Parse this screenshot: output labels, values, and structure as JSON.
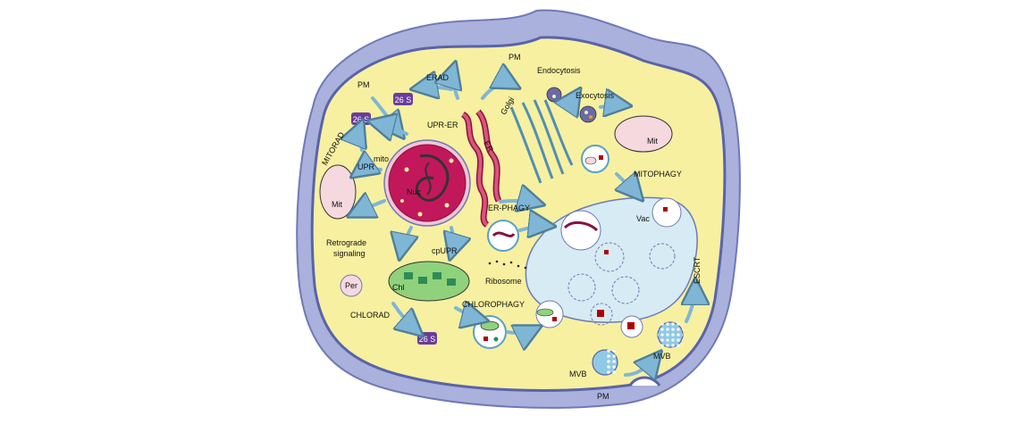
{
  "diagram": {
    "labels": {
      "pm_top": "PM",
      "pm_left": "PM",
      "pm_bottom": "PM",
      "erad": "ERAD",
      "endocytosis": "Endocytosis",
      "exocytosis": "Exocytosis",
      "upr_er": "UPR-ER",
      "golgi": "Golgi",
      "er": "ER",
      "mitorad": "MITORAD",
      "upr": "UPR",
      "mito": "mito",
      "nuc": "Nuc",
      "mit_left": "Mit",
      "mit_right": "Mit",
      "mitophagy": "MITOPHAGY",
      "er_phagy": "ER-PHAGY",
      "vac": "Vac",
      "retrograde": "Retrograde",
      "signaling": "signaling",
      "cpupr": "cpUPR",
      "chl": "Chl",
      "ribosome": "Ribosome",
      "per": "Per",
      "chlorad": "CHLORAD",
      "chlorophagy": "CHLOROPHAGY",
      "escrt": "ESCRT",
      "mvb_left": "MVB",
      "mvb_right": "MVB",
      "proteasome": "26 S"
    },
    "colors": {
      "cytoplasm": "#f7f0a0",
      "cell_wall": "#a9b1dc",
      "membrane": "#6f79b7",
      "nucleus": "#c2185b",
      "vacuole": "#d6ebf3",
      "proteasome": "#6a3d9a",
      "chloroplast": "#2e8b57",
      "arrow": "#a9d4ea"
    }
  }
}
